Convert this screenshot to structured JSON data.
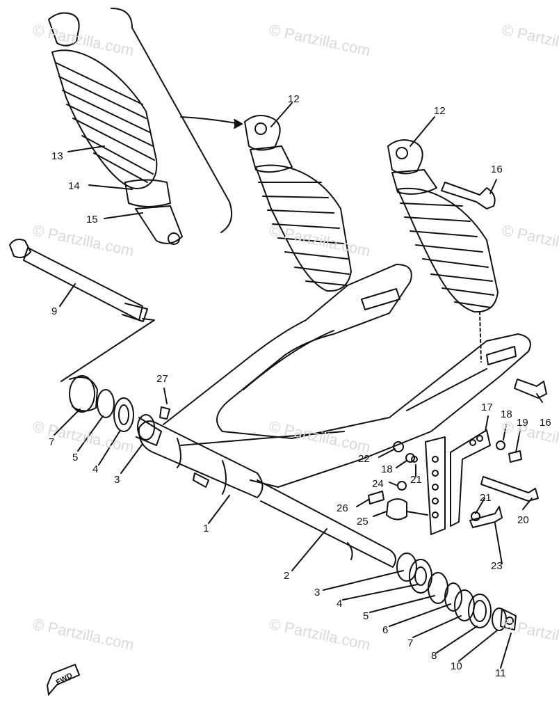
{
  "watermarks": [
    "© Partzilla.com",
    "© Partzilla.com",
    "© Partzilla.com",
    "© Partzilla.com",
    "© Partzilla.com",
    "© Partzilla.com",
    "© Partzilla.com",
    "© Partzilla.com",
    "© Partzilla.com",
    "© Partzilla.com",
    "© Partzilla.com",
    "© Partzilla.com"
  ],
  "fwd_label": "FWD",
  "callouts": [
    "12",
    "12",
    "13",
    "14",
    "15",
    "16",
    "9",
    "27",
    "16",
    "17",
    "18",
    "19",
    "22",
    "18",
    "21",
    "24",
    "21",
    "26",
    "25",
    "20",
    "7",
    "5",
    "4",
    "3",
    "1",
    "2",
    "3",
    "4",
    "5",
    "6",
    "7",
    "8",
    "10",
    "11",
    "23"
  ]
}
